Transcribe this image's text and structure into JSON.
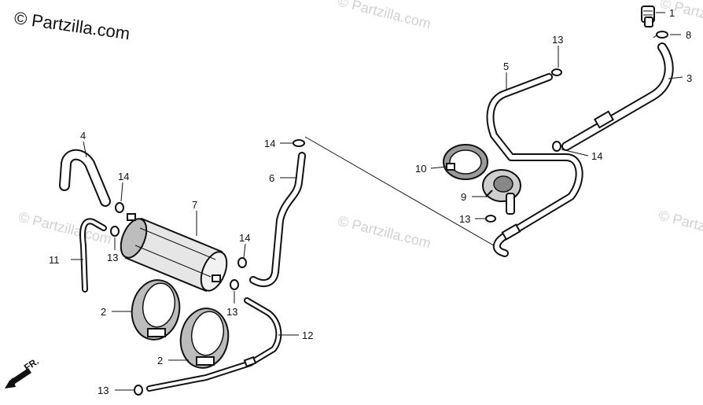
{
  "copyright": "© Partzilla.com",
  "watermark": "© Partzilla.com",
  "direction_label": "FR.",
  "callouts": {
    "c1": "1",
    "c2a": "2",
    "c2b": "2",
    "c3": "3",
    "c4": "4",
    "c5": "5",
    "c6": "6",
    "c7": "7",
    "c8": "8",
    "c9": "9",
    "c10": "10",
    "c11": "11",
    "c12": "12",
    "c13a": "13",
    "c13b": "13",
    "c13c": "13",
    "c13d": "13",
    "c13e": "13",
    "c14a": "14",
    "c14b": "14",
    "c14c": "14",
    "c14d": "14"
  }
}
